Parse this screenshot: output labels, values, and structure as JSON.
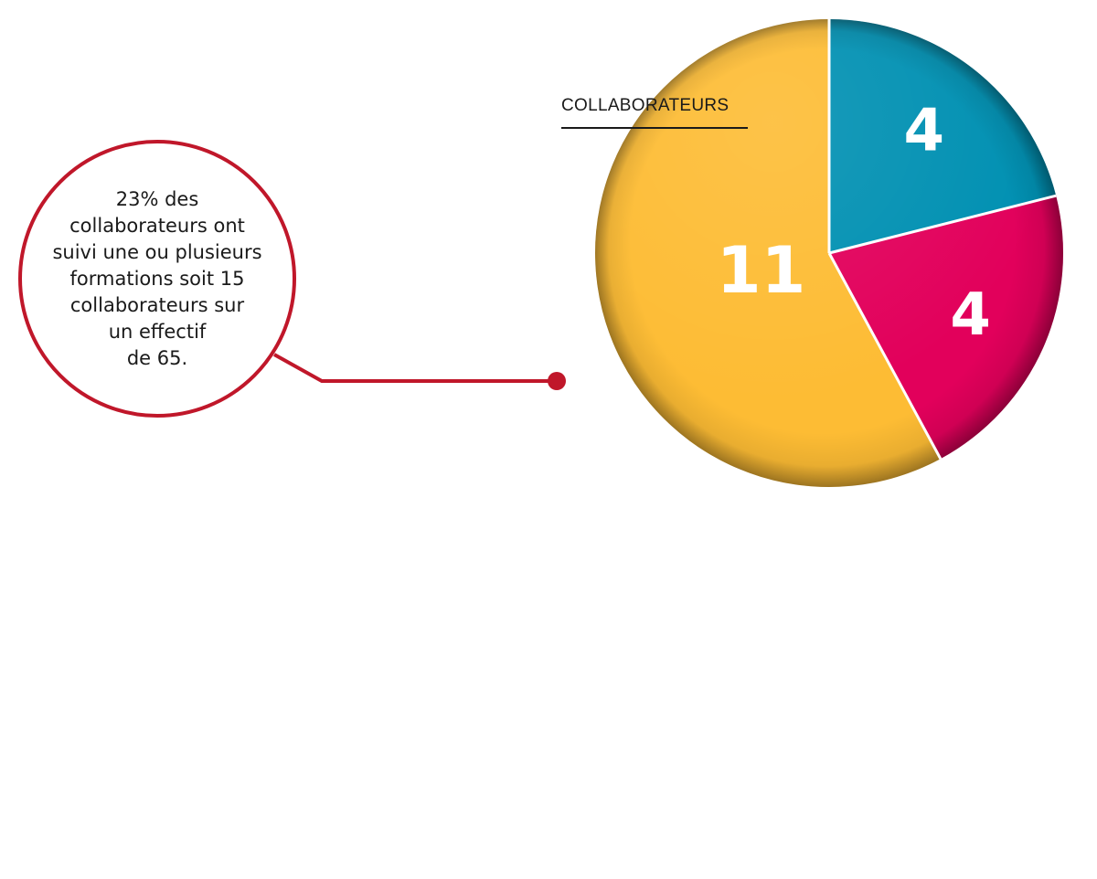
{
  "chart_data": {
    "type": "pie",
    "title": "COLLABORATEURS",
    "slices": [
      {
        "value": 4,
        "label": "4",
        "color": "#0090b2"
      },
      {
        "value": 4,
        "label": "4",
        "color": "#e2005b"
      },
      {
        "value": 11,
        "label": "11",
        "color": "#fdbc34"
      }
    ],
    "start_angle_deg": 0,
    "direction": "clockwise",
    "legend": "none"
  },
  "callout": {
    "lines": [
      "23% des",
      "collaborateurs ont",
      "suivi une ou plusieurs",
      "formations soit 15",
      "collaborateurs sur",
      "un effectif",
      "de 65."
    ],
    "border_color": "#c0172a",
    "connector_color": "#c0172a"
  }
}
